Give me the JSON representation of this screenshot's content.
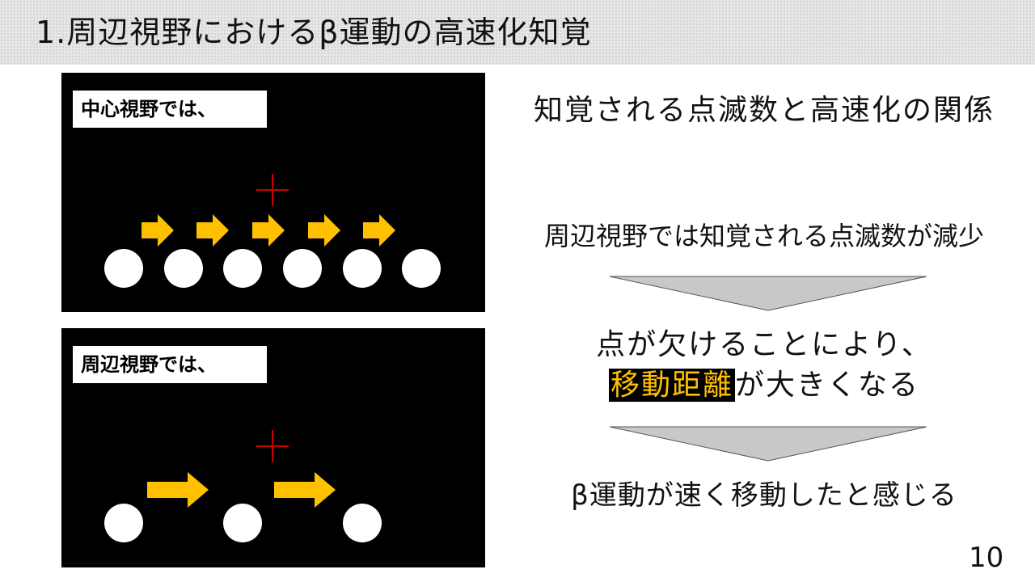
{
  "slide": {
    "title": "1.周辺視野におけるβ運動の高速化知覚",
    "page_number": "10"
  },
  "panels": {
    "central": {
      "label": "中心視野では、",
      "dot_count": 6,
      "arrow_count": 5
    },
    "peripheral": {
      "label": "周辺視野では、",
      "dot_count": 3,
      "arrow_count": 2
    }
  },
  "explanation": {
    "relation_title": "知覚される点滅数と高速化の関係",
    "reduction": "周辺視野では知覚される点滅数が減少",
    "cause_line1": "点が欠けることにより、",
    "cause_highlight": "移動距離",
    "cause_line2_rest": "が大きくなる",
    "effect": "β運動が速く移動したと感じる"
  },
  "colors": {
    "panel_background": "#000000",
    "dot": "#ffffff",
    "motion_arrow": "#ffc000",
    "fixation_cross": "#cc0000",
    "highlight_text": "#ffc000",
    "flow_arrow": "#c8c8c8"
  },
  "icons": {
    "fixation": "fixation-cross-icon",
    "motion": "right-arrow-icon",
    "flow": "down-triangle-arrow-icon"
  }
}
